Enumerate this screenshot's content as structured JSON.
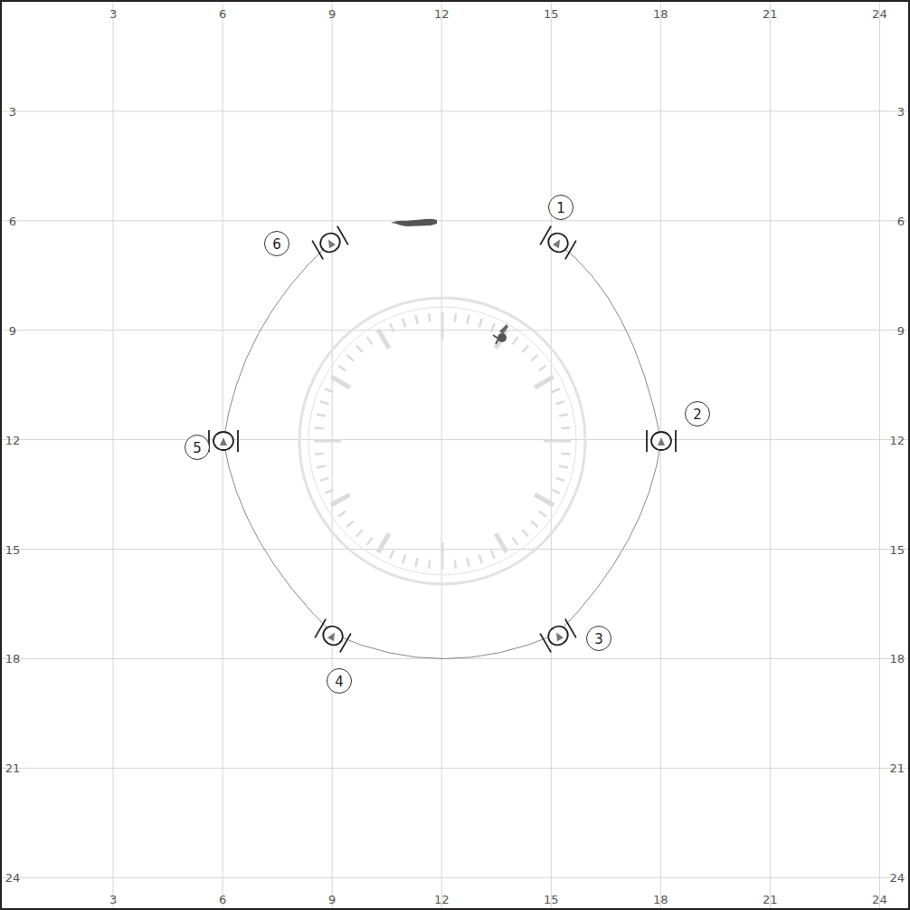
{
  "diagram": {
    "labels": [
      "3",
      "6",
      "9",
      "12",
      "15",
      "18",
      "21",
      "24",
      "3",
      "6",
      "9",
      "12",
      "15",
      "18",
      "21",
      "24",
      "3",
      "6",
      "9",
      "12",
      "15",
      "18",
      "21",
      "24",
      "3",
      "6",
      "9",
      "12",
      "15",
      "18",
      "21",
      "24",
      "1",
      "2",
      "3",
      "4",
      "5",
      "6"
    ]
  }
}
